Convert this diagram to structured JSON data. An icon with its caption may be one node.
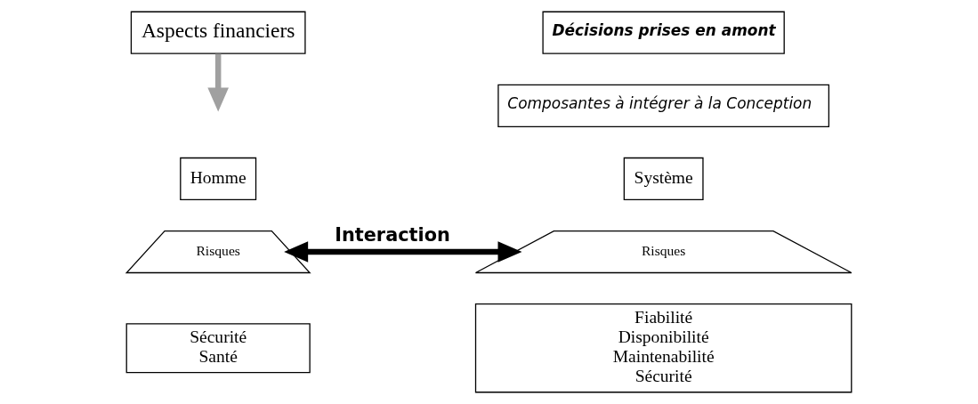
{
  "diagram": {
    "nodes": [
      {
        "text": [
          "Aspects financiers"
        ]
      },
      {
        "text": [
          "Décisions prises en amont"
        ]
      },
      {
        "text": [
          "Composantes à intégrer à la Conception"
        ]
      },
      {
        "text": [
          "Homme"
        ]
      },
      {
        "text": [
          "Risques"
        ]
      },
      {
        "text": [
          "Sécurité",
          "Santé"
        ]
      },
      {
        "text": [
          "Système"
        ]
      },
      {
        "text": [
          "Risques"
        ]
      },
      {
        "text": [
          "Fiabilité",
          "Disponibilité",
          "Maintenabilité",
          "Sécurité"
        ]
      }
    ],
    "edges": [
      {
        "from": 0,
        "to": null,
        "arrow": "to",
        "color": "#a0a0a0"
      },
      {
        "from": 4,
        "to": 7,
        "arrow": "both",
        "color": "#000000",
        "label": "Interaction"
      }
    ]
  }
}
